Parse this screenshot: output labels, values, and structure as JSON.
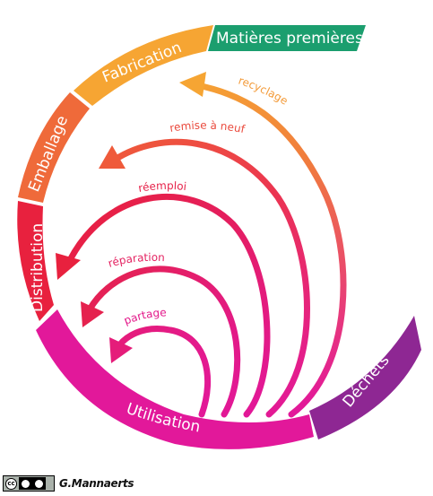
{
  "stages": {
    "raw_materials": "Matières premières",
    "manufacturing": "Fabrication",
    "packaging": "Emballage",
    "distribution": "Distribution",
    "use": "Utilisation",
    "waste": "Déchets"
  },
  "loops": {
    "recycling": "recyclage",
    "refurbish": "remise à neuf",
    "reuse": "réemploi",
    "repair": "réparation",
    "sharing": "partage"
  },
  "colors": {
    "raw_materials": "#1b9e6e",
    "manufacturing": "#f6a533",
    "packaging": "#ef6a3a",
    "distribution": "#e8213e",
    "use": "#e2189a",
    "waste": "#8e2793"
  },
  "credit": {
    "license_icon": "creative-commons-by-sa-icon",
    "author": "G.Mannaerts"
  }
}
